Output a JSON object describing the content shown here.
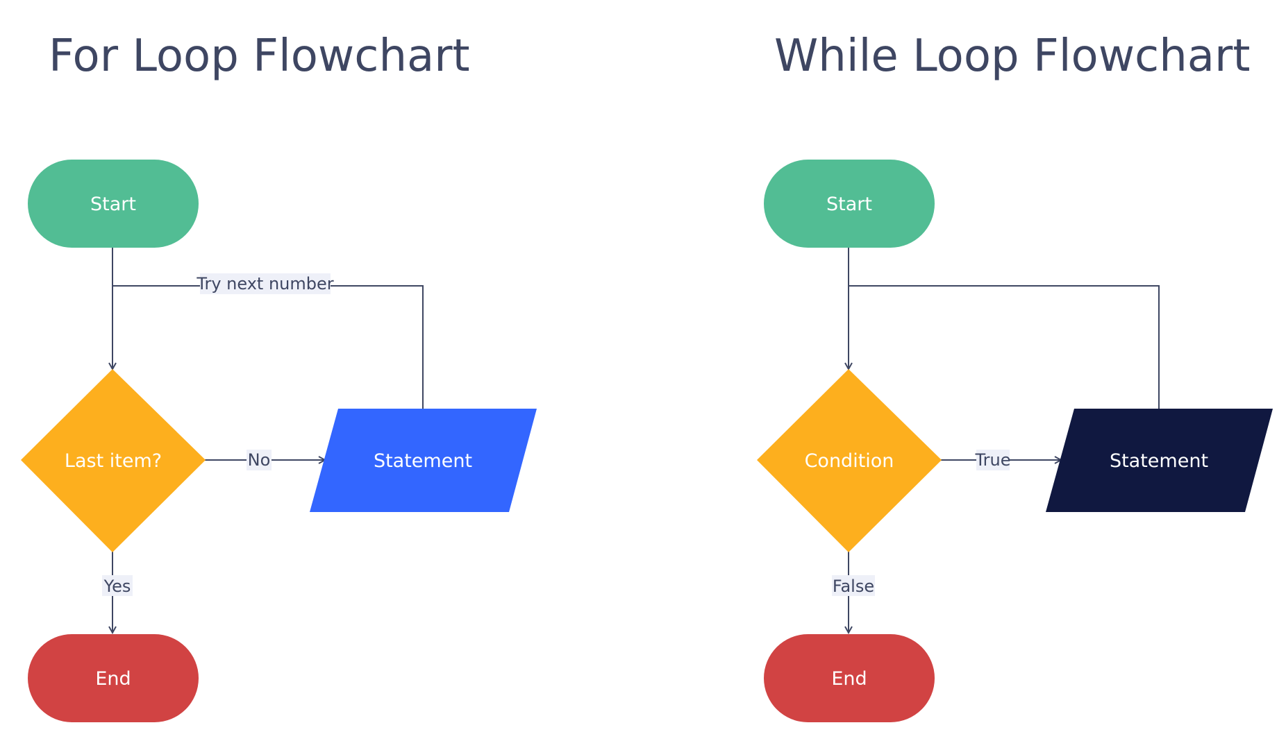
{
  "colors": {
    "title": "#3e4662",
    "line": "#3e4662",
    "terminal_start": "#52bd94",
    "terminal_end": "#d14343",
    "decision": "#fdaf1e",
    "statement_for": "#3366ff",
    "statement_while": "#101840",
    "label_bg": "#eef0f8",
    "node_text": "#ffffff"
  },
  "for_loop": {
    "title": "For Loop Flowchart",
    "start_label": "Start",
    "decision_label": "Last item?",
    "statement_label": "Statement",
    "end_label": "End",
    "loop_edge_label": "Try next number",
    "no_edge_label": "No",
    "yes_edge_label": "Yes"
  },
  "while_loop": {
    "title": "While Loop Flowchart",
    "start_label": "Start",
    "decision_label": "Condition",
    "statement_label": "Statement",
    "end_label": "End",
    "true_edge_label": "True",
    "false_edge_label": "False"
  }
}
